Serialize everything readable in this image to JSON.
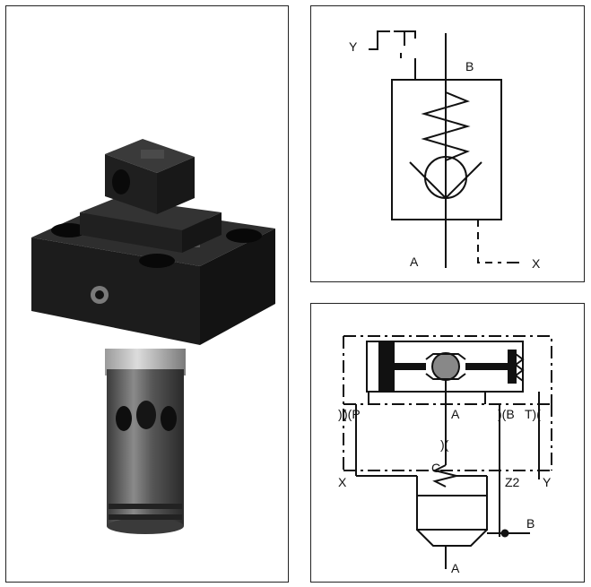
{
  "colors": {
    "line": "#111111",
    "body_dark": "#1f1f1f",
    "body_mid": "#3a3a3a",
    "body_light": "#5a5a5a",
    "cartridge": "#6b6b6b"
  },
  "photo": {
    "label_plate_text": ""
  },
  "check_valve_symbol": {
    "port_y": "Y",
    "port_b": "B",
    "port_a": "A",
    "port_x": "X"
  },
  "pilot_circuit": {
    "port_p": ")(P",
    "port_a": "A",
    "port_b": ")(B",
    "port_t": "T)(",
    "left_orifice": ")(",
    "mid_orifice": ")(",
    "port_c": "C",
    "port_x": "X",
    "port_z2": "Z2",
    "port_y": "Y",
    "port_b_out": "B",
    "port_a_out": "A"
  }
}
